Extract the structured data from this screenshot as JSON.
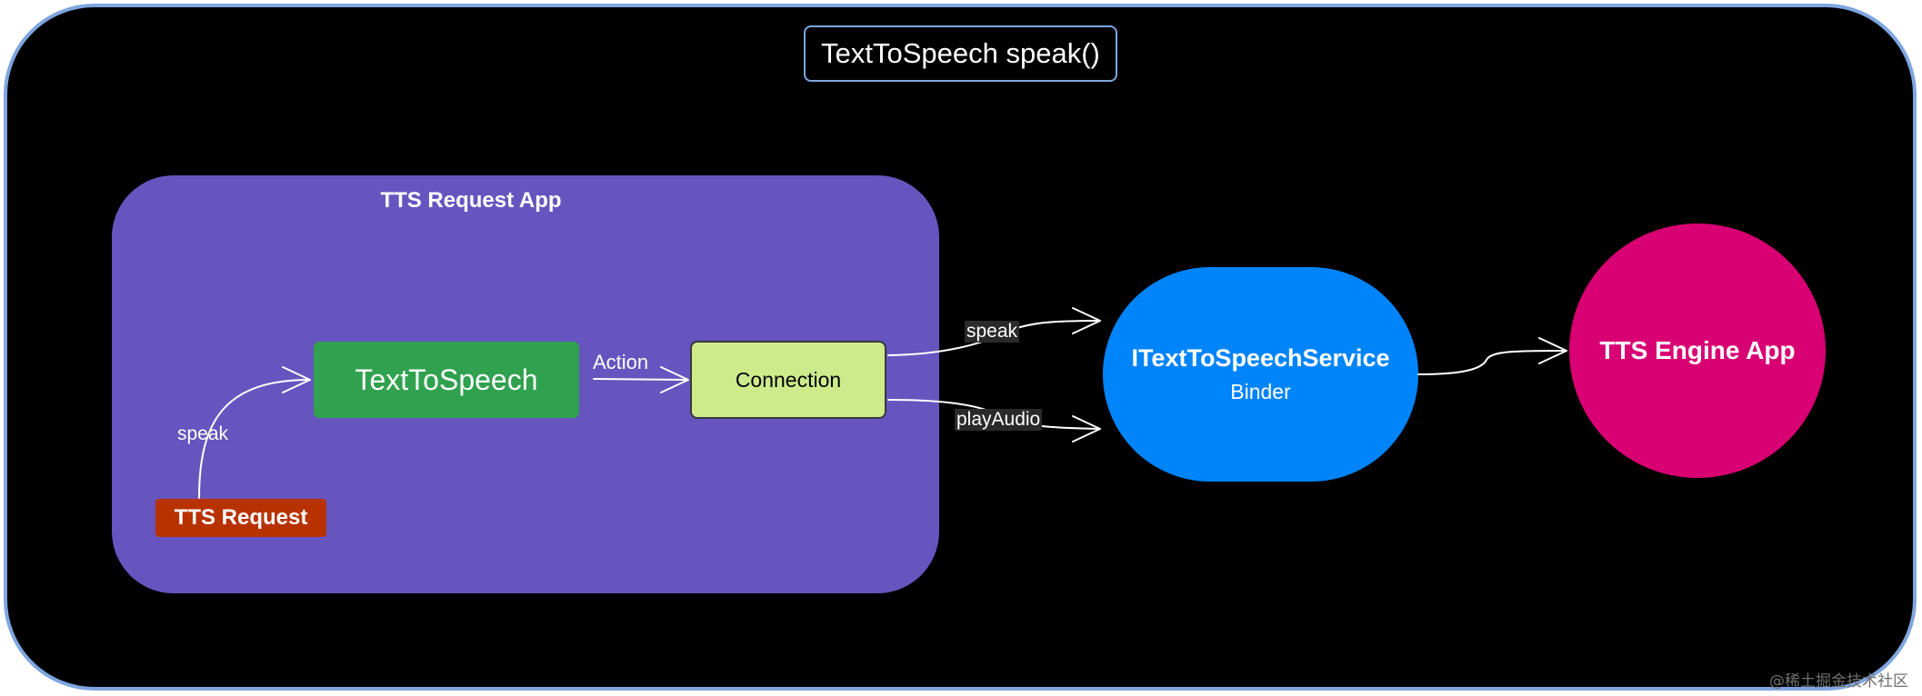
{
  "title": "TextToSpeech speak()",
  "app_container": {
    "label": "TTS Request App"
  },
  "nodes": {
    "texttospeech": "TextToSpeech",
    "connection": "Connection",
    "tts_request": "TTS Request",
    "service": {
      "name": "ITextToSpeechService",
      "sub": "Binder"
    },
    "engine": "TTS Engine App"
  },
  "edges": {
    "request_to_tts": "speak",
    "tts_to_connection": "Action",
    "connection_to_service_speak": "speak",
    "connection_to_service_play": "playAudio",
    "service_to_engine": ""
  },
  "watermark": "@稀土掘金技术社区",
  "colors": {
    "background": "#000000",
    "frame_border": "#7ea6e0",
    "app_container": "#6655bf",
    "texttospeech": "#30a14e",
    "connection": "#cdeb8b",
    "tts_request": "#b83200",
    "service": "#0084fa",
    "engine": "#d80073",
    "edge": "#ffffff"
  }
}
